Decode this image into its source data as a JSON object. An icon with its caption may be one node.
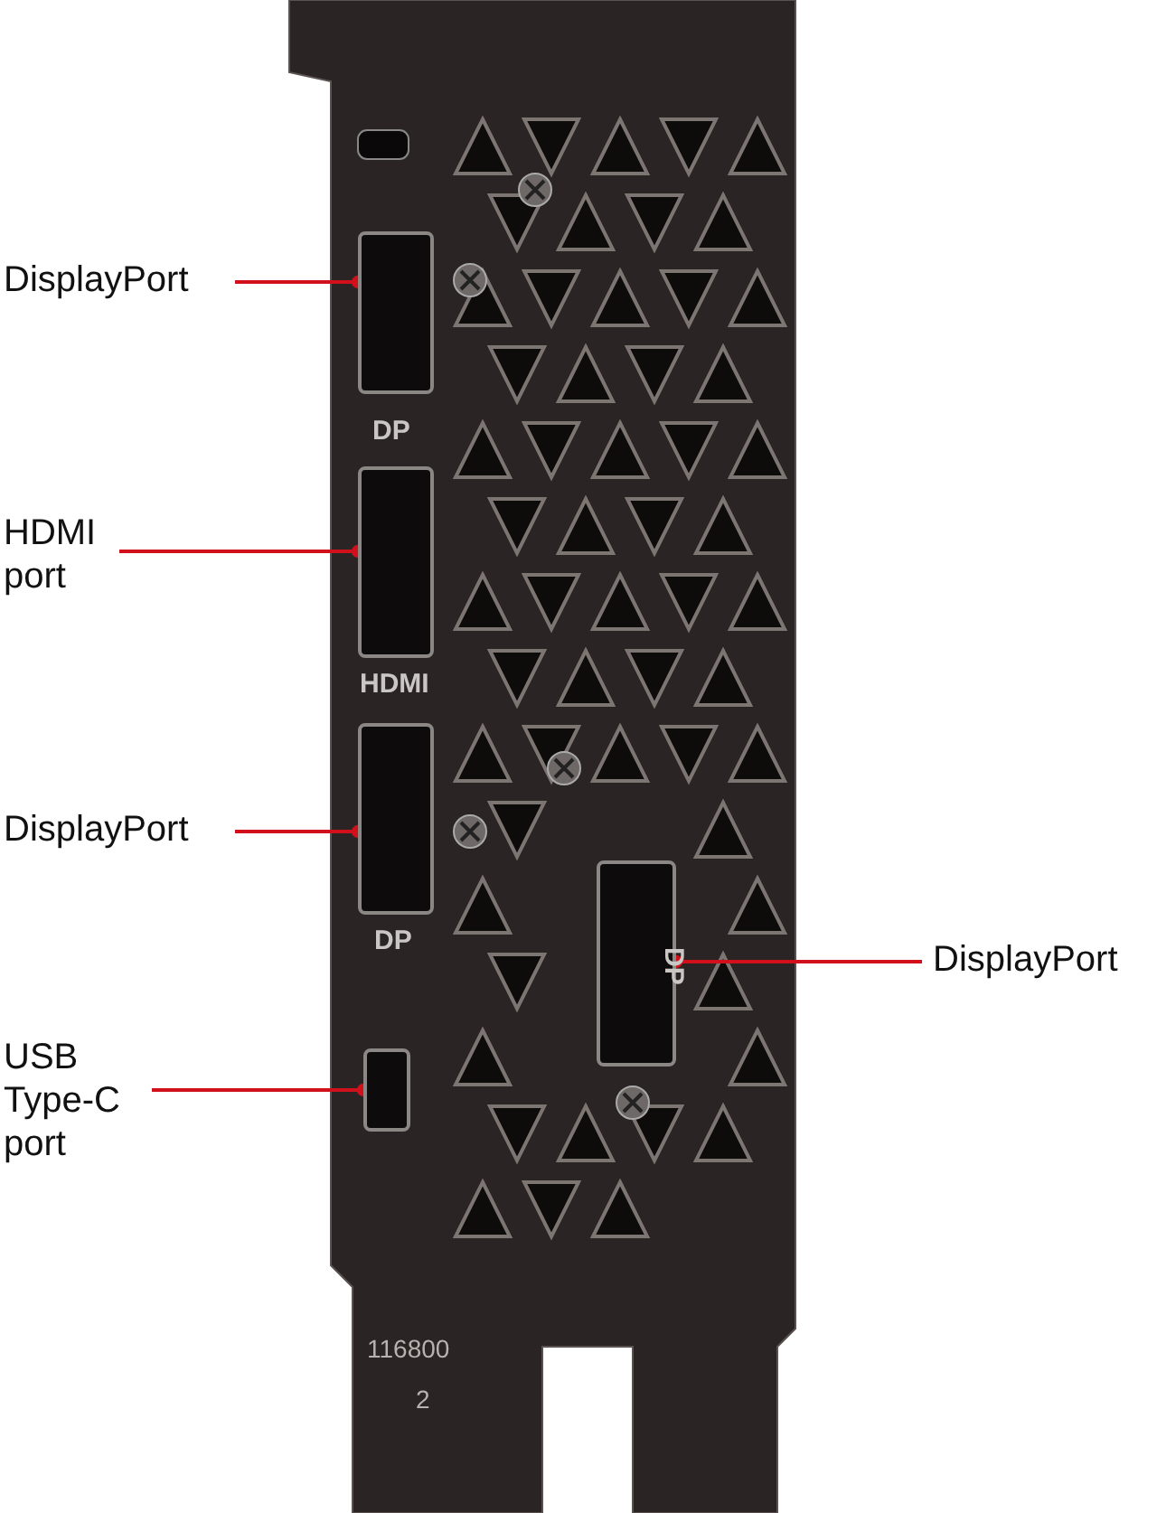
{
  "diagram": {
    "nodes": [
      {
        "text": [
          "DisplayPort"
        ]
      },
      {
        "text": [
          "HDMI port"
        ]
      },
      {
        "text": [
          "DisplayPort"
        ]
      },
      {
        "text": [
          "DisplayPort"
        ]
      },
      {
        "text": [
          "USB Type-C port"
        ]
      },
      {
        "text": [],
        "shape": "box"
      },
      {
        "text": [],
        "shape": "box"
      },
      {
        "text": [],
        "shape": "box"
      },
      {
        "text": [],
        "shape": "box"
      },
      {
        "text": [],
        "shape": "box"
      }
    ],
    "edges": [
      {
        "from": 0,
        "to": 5,
        "arrow": "other",
        "color": "#d0101a"
      },
      {
        "from": 1,
        "to": 6,
        "arrow": "other",
        "color": "#d0101a"
      },
      {
        "from": 2,
        "to": 7,
        "arrow": "other",
        "color": "#d0101a"
      },
      {
        "from": 3,
        "to": 8,
        "arrow": "other",
        "color": "#d0101a"
      },
      {
        "from": 4,
        "to": 9,
        "arrow": "other",
        "color": "#d0101a"
      }
    ],
    "labels": [
      "DP",
      "HDMI",
      "DP",
      "DP",
      "116800",
      "2"
    ]
  }
}
